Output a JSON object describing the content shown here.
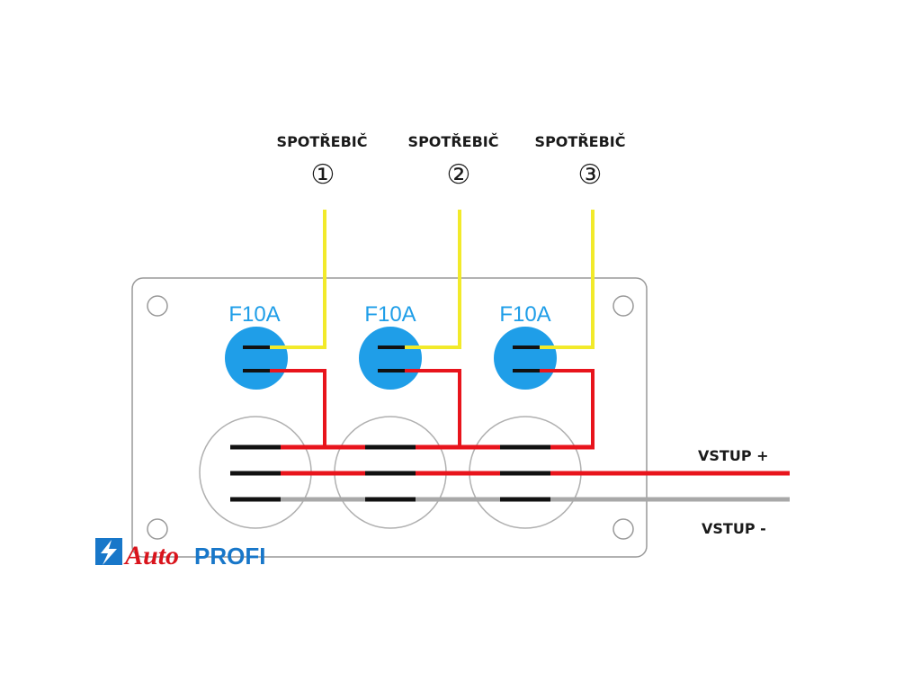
{
  "consumers": [
    {
      "label": "SPOTŘEBIČ",
      "number": "①"
    },
    {
      "label": "SPOTŘEBIČ",
      "number": "②"
    },
    {
      "label": "SPOTŘEBIČ",
      "number": "③"
    }
  ],
  "fuses": [
    {
      "rating": "F10A"
    },
    {
      "rating": "F10A"
    },
    {
      "rating": "F10A"
    }
  ],
  "inputs": {
    "positive": "VSTUP +",
    "negative": "VSTUP -"
  },
  "logo": {
    "part1": "Auto",
    "part2": "PROFI"
  },
  "colors": {
    "fuse": "#1f9ee8",
    "wire_positive": "#e8141c",
    "wire_negative": "#a8a8a8",
    "wire_load": "#f2ea2a",
    "terminal": "#111111",
    "panel_outline": "#999999"
  }
}
